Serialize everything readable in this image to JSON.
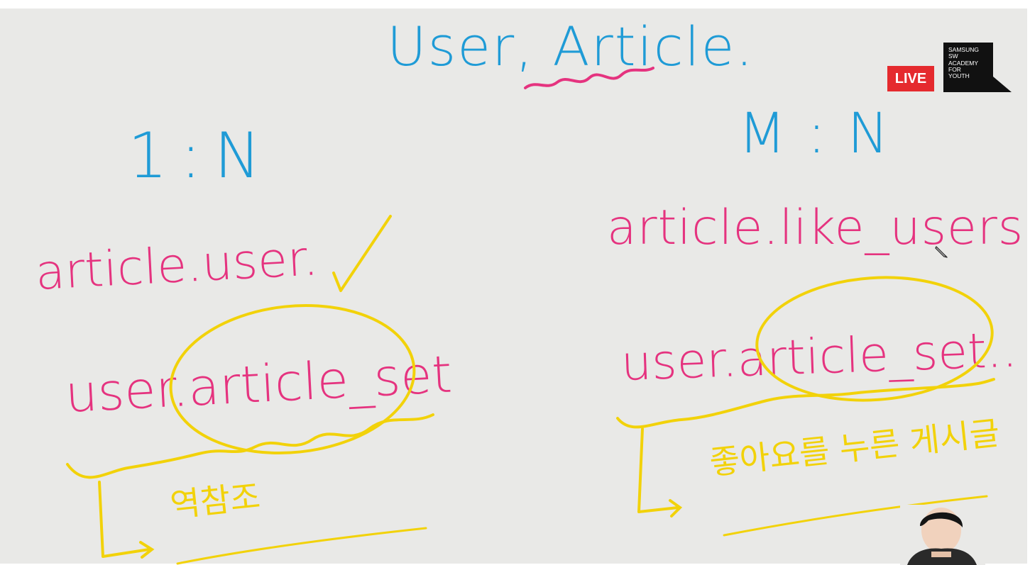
{
  "whiteboard": {
    "title": "User, Article.",
    "left": {
      "ratio": "1:N",
      "line1": "article.user.",
      "line2": "user.article_set",
      "korean_note": "역참조"
    },
    "right": {
      "ratio": "M:N",
      "line1": "article.like_users..",
      "line2": "user.article_set..",
      "korean_note": "좋아요를 누른 게시글"
    },
    "ink_colors": {
      "blue": "#1f9bd6",
      "pink": "#e5337f",
      "yellow": "#f2d20a"
    }
  },
  "overlay": {
    "live_badge": "LIVE",
    "logo_text": "SAMSUNG\nSW\nACADEMY\nFOR\nYOUTH",
    "live_color": "#e52a2e",
    "cursor_icon": "pencil-icon"
  }
}
